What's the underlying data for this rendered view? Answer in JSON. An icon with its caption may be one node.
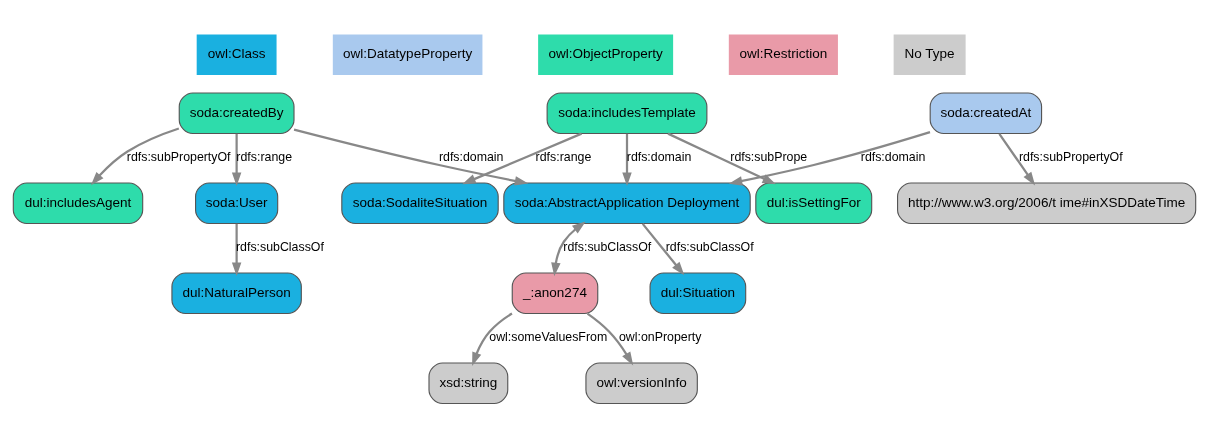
{
  "diagram": {
    "nodes": [
      {
        "text": [
          "dul:includesAgent"
        ]
      },
      {
        "text": [
          "dul:Situation"
        ]
      },
      {
        "text": [
          "dul:isSettingFor"
        ]
      },
      {
        "text": [
          "soda:createdBy"
        ]
      },
      {
        "text": [
          "soda:AbstractApplication Deployment"
        ]
      },
      {
        "text": [
          "soda:includesTemplate"
        ]
      },
      {
        "text": [
          "soda:User"
        ]
      },
      {
        "text": [
          "soda:SodaliteSituation"
        ]
      },
      {
        "text": [
          "dul:NaturalPerson"
        ]
      },
      {
        "text": [
          "soda:createdAt"
        ]
      },
      {
        "text": [
          "_:anon274"
        ]
      },
      {
        "text": [
          "xsd:string"
        ]
      },
      {
        "text": [
          "http://www.w3.org/2006/t ime#inXSDDateTime"
        ]
      },
      {
        "text": [
          "owl:versionInfo"
        ]
      }
    ],
    "edges": [
      {
        "from": 3,
        "to": 0,
        "arrow": "to",
        "label": "rdfs:subPropertyOf"
      },
      {
        "from": 3,
        "to": 4,
        "arrow": "to",
        "label": "rdfs:domain"
      },
      {
        "from": 3,
        "to": 6,
        "arrow": "to",
        "label": "rdfs:range"
      },
      {
        "from": 6,
        "to": 8,
        "arrow": "to",
        "label": "rdfs:subClassOf"
      },
      {
        "from": 4,
        "to": 1,
        "arrow": "to",
        "label": "rdfs:subClassOf"
      },
      {
        "from": 5,
        "to": 4,
        "arrow": "to",
        "label": "rdfs:domain"
      },
      {
        "from": 5,
        "to": 2,
        "arrow": "to",
        "label": "rdfs:subPrope"
      },
      {
        "from": 5,
        "to": 7,
        "arrow": "to",
        "label": "rdfs:range"
      },
      {
        "from": 9,
        "to": 4,
        "arrow": "to",
        "label": "rdfs:domain"
      },
      {
        "from": 4,
        "to": 10,
        "arrow": "both",
        "label": "rdfs:subClassOf"
      },
      {
        "from": 9,
        "to": 12,
        "arrow": "to",
        "label": "rdfs:subPropertyOf"
      },
      {
        "from": 10,
        "to": 11,
        "arrow": "to",
        "label": "owl:someValuesFrom"
      },
      {
        "from": 10,
        "to": 13,
        "arrow": "to",
        "label": "owl:onProperty"
      }
    ],
    "legend": [
      {
        "text": "owl:Class",
        "color": "#1ab0e0"
      },
      {
        "text": "owl:DatatypeProperty",
        "color": "#a9c9ee"
      },
      {
        "text": "owl:ObjectProperty",
        "color": "#2edcab"
      },
      {
        "text": "owl:Restriction",
        "color": "#e99aa8"
      },
      {
        "text": "No Type",
        "color": "#cccccc"
      }
    ]
  }
}
